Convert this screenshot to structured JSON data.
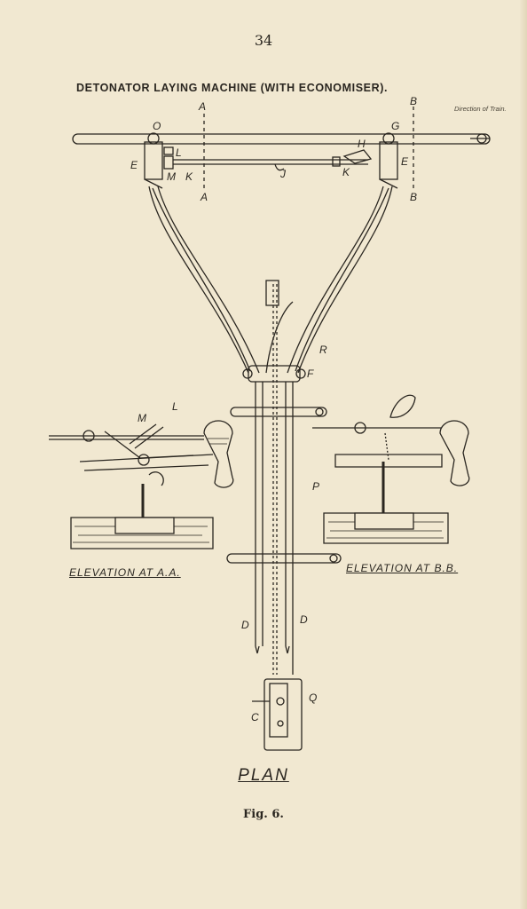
{
  "page_number": "34",
  "figure_title": "DETONATOR LAYING MACHINE (WITH ECONOMISER).",
  "direction_note": "Direction of Train.",
  "elevation_aa_caption": "ELEVATION AT A.A.",
  "elevation_bb_caption": "ELEVATION AT B.B.",
  "plan_caption": "PLAN",
  "figure_caption": "Fig. 6.",
  "labels": {
    "a_top": "A",
    "a_bottom": "A",
    "b_top": "B",
    "b_bottom": "B",
    "o": "O",
    "g": "G",
    "l": "L",
    "h": "H",
    "e_left": "E",
    "e_right": "E",
    "m": "M",
    "k_left": "K",
    "k_right": "K",
    "j": "J",
    "r": "R",
    "f": "F",
    "p": "P",
    "d_left": "D",
    "d_right": "D",
    "c": "C",
    "q": "Q",
    "m_elev": "M",
    "l_elev": "L"
  }
}
